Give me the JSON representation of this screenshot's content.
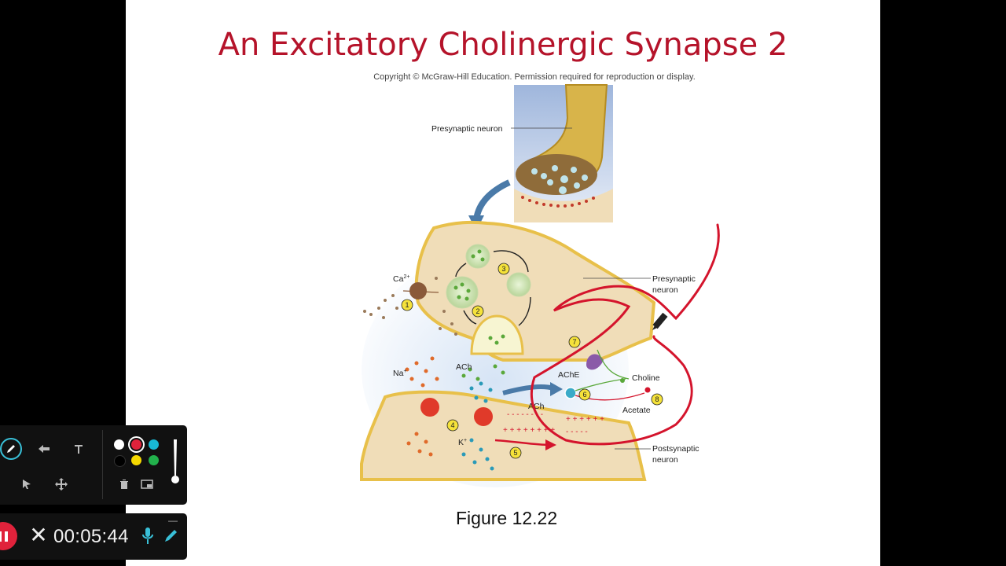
{
  "slide": {
    "title": "An Excitatory Cholinergic Synapse 2",
    "copyright": "Copyright © McGraw-Hill Education. Permission required for reproduction or display.",
    "caption": "Figure 12.22"
  },
  "diagram": {
    "labels": {
      "presynaptic_top": "Presynaptic neuron",
      "presynaptic_right_1": "Presynaptic",
      "presynaptic_right_2": "neuron",
      "postsynaptic_1": "Postsynaptic",
      "postsynaptic_2": "neuron",
      "ca": "Ca",
      "ca_sup": "2+",
      "na": "Na",
      "na_sup": "+",
      "k": "K",
      "k_sup": "+",
      "ach_top": "ACh",
      "ach_bottom": "ACh",
      "ache": "AChE",
      "choline": "Choline",
      "acetate": "Acetate"
    },
    "steps": [
      "1",
      "2",
      "3",
      "4",
      "5",
      "6",
      "7",
      "8"
    ],
    "colors": {
      "neuron_fill": "#f0ddb8",
      "membrane": "#e8c04a",
      "ach": "#5aa83a",
      "ion_na": "#e06a2a",
      "ion_k": "#2a9ab8",
      "annotation": "#d4142c"
    }
  },
  "toolbar": {
    "tools": [
      "pen-icon",
      "arrow-icon",
      "text-icon",
      "pointer-icon",
      "move-icon",
      "trash-icon",
      "whiteboard-icon"
    ],
    "colors": [
      "#ffffff",
      "#e0223b",
      "#18b8d4",
      "#000000",
      "#f5d800",
      "#22b14c"
    ],
    "selected_color": "#e0223b"
  },
  "recorder": {
    "time": "00:05:44",
    "close_label": "✕"
  }
}
